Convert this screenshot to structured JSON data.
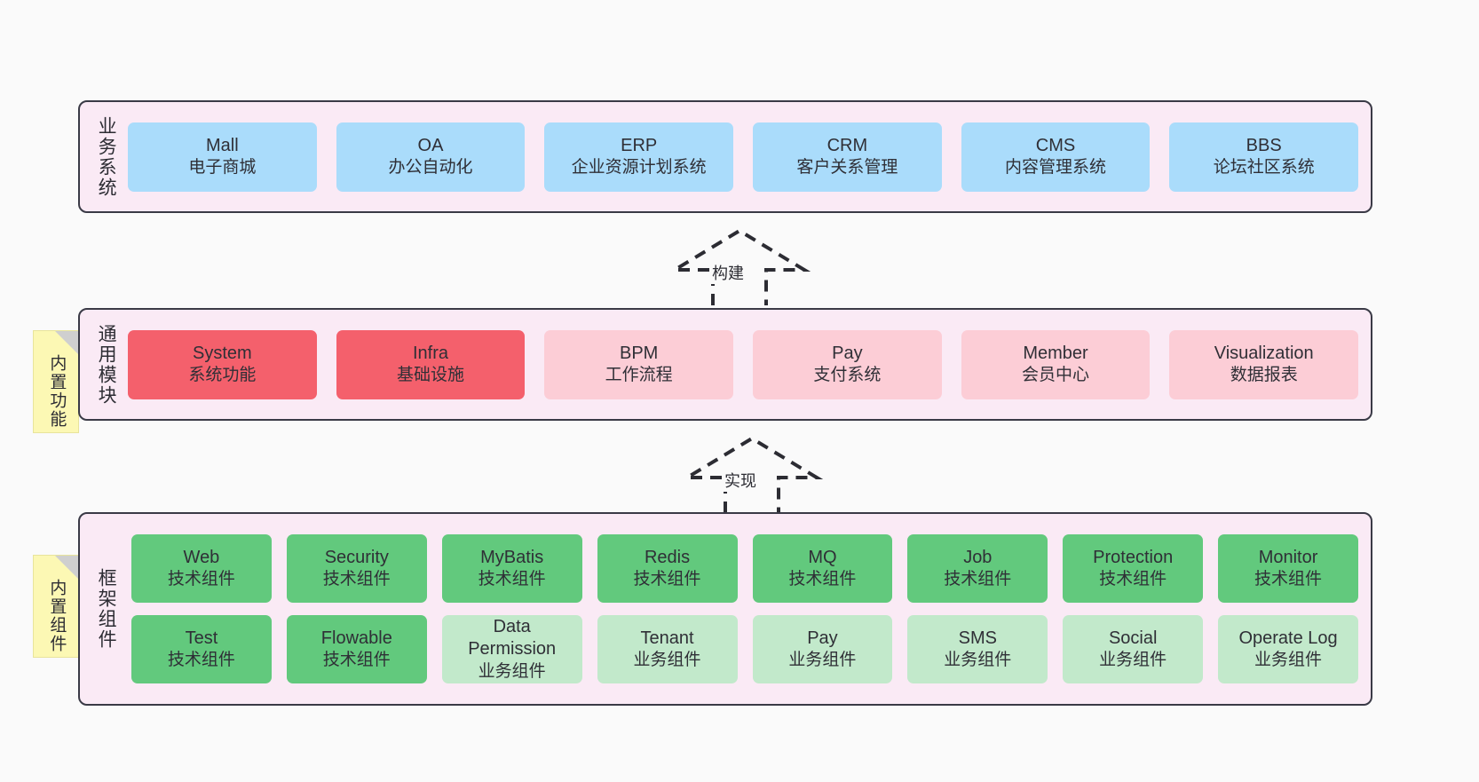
{
  "diagram": {
    "background_color": "#fafafa",
    "panel_color": "#faeaf5",
    "panel_border_color": "#3a3a46"
  },
  "layers": {
    "business": {
      "title": "业务系统",
      "accent": "#aadcfb",
      "cards": [
        {
          "name": "Mall",
          "desc": "电子商城"
        },
        {
          "name": "OA",
          "desc": "办公自动化"
        },
        {
          "name": "ERP",
          "desc": "企业资源计划系统"
        },
        {
          "name": "CRM",
          "desc": "客户关系管理"
        },
        {
          "name": "CMS",
          "desc": "内容管理系统"
        },
        {
          "name": "BBS",
          "desc": "论坛社区系统"
        }
      ]
    },
    "common": {
      "title": "通用模块",
      "accent_strong": "#f4606c",
      "accent_light": "#fccdd6",
      "cards": [
        {
          "name": "System",
          "desc": "系统功能",
          "style": "red"
        },
        {
          "name": "Infra",
          "desc": "基础设施",
          "style": "red"
        },
        {
          "name": "BPM",
          "desc": "工作流程",
          "style": "pink"
        },
        {
          "name": "Pay",
          "desc": "支付系统",
          "style": "pink"
        },
        {
          "name": "Member",
          "desc": "会员中心",
          "style": "pink"
        },
        {
          "name": "Visualization",
          "desc": "数据报表",
          "style": "pink"
        }
      ]
    },
    "framework": {
      "title": "框架组件",
      "accent_strong": "#62c97d",
      "accent_light": "#c2e9cb",
      "row1": [
        {
          "name": "Web",
          "desc": "技术组件",
          "style": "green"
        },
        {
          "name": "Security",
          "desc": "技术组件",
          "style": "green"
        },
        {
          "name": "MyBatis",
          "desc": "技术组件",
          "style": "green"
        },
        {
          "name": "Redis",
          "desc": "技术组件",
          "style": "green"
        },
        {
          "name": "MQ",
          "desc": "技术组件",
          "style": "green"
        },
        {
          "name": "Job",
          "desc": "技术组件",
          "style": "green"
        },
        {
          "name": "Protection",
          "desc": "技术组件",
          "style": "green"
        },
        {
          "name": "Monitor",
          "desc": "技术组件",
          "style": "green"
        }
      ],
      "row2": [
        {
          "name": "Test",
          "desc": "技术组件",
          "style": "green"
        },
        {
          "name": "Flowable",
          "desc": "技术组件",
          "style": "green"
        },
        {
          "name": "Data Permission",
          "desc": "业务组件",
          "style": "lgreen"
        },
        {
          "name": "Tenant",
          "desc": "业务组件",
          "style": "lgreen"
        },
        {
          "name": "Pay",
          "desc": "业务组件",
          "style": "lgreen"
        },
        {
          "name": "SMS",
          "desc": "业务组件",
          "style": "lgreen"
        },
        {
          "name": "Social",
          "desc": "业务组件",
          "style": "lgreen"
        },
        {
          "name": "Operate Log",
          "desc": "业务组件",
          "style": "lgreen"
        }
      ]
    }
  },
  "notes": [
    {
      "id": "features",
      "text": "内置功能"
    },
    {
      "id": "components",
      "text": "内置组件"
    }
  ],
  "arrows": [
    {
      "id": "build",
      "label": "构建"
    },
    {
      "id": "impl",
      "label": "实现"
    }
  ]
}
